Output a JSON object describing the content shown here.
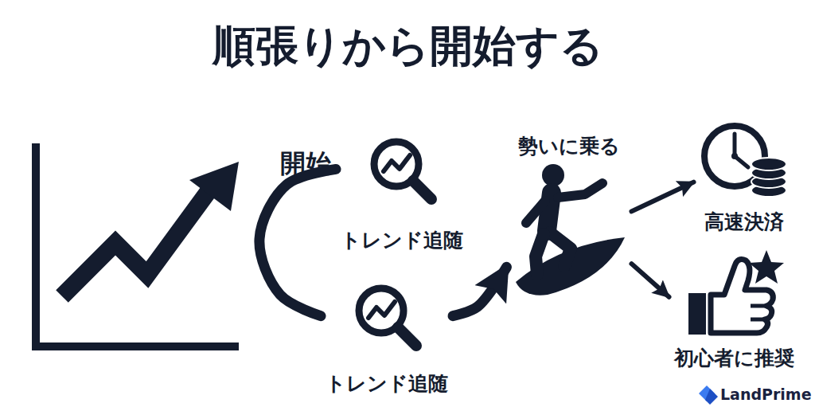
{
  "diagram": {
    "title": "順張りから開始する",
    "nodes": [
      {
        "text": [
          "トレンド追随"
        ]
      },
      {
        "text": [
          "トレンド追随"
        ]
      },
      {
        "text": [
          "勢いに乗る"
        ]
      },
      {
        "text": [
          "高速決済"
        ]
      },
      {
        "text": [
          "初心者に推奨"
        ]
      }
    ],
    "edges": [
      {
        "from": 0,
        "to": 1,
        "arrow": "none"
      },
      {
        "from": 1,
        "to": 2,
        "arrow": "to"
      },
      {
        "from": 2,
        "to": 3,
        "arrow": "to"
      },
      {
        "from": 2,
        "to": 4,
        "arrow": "to"
      }
    ],
    "labels": [
      "開始",
      "LandPrime"
    ]
  }
}
